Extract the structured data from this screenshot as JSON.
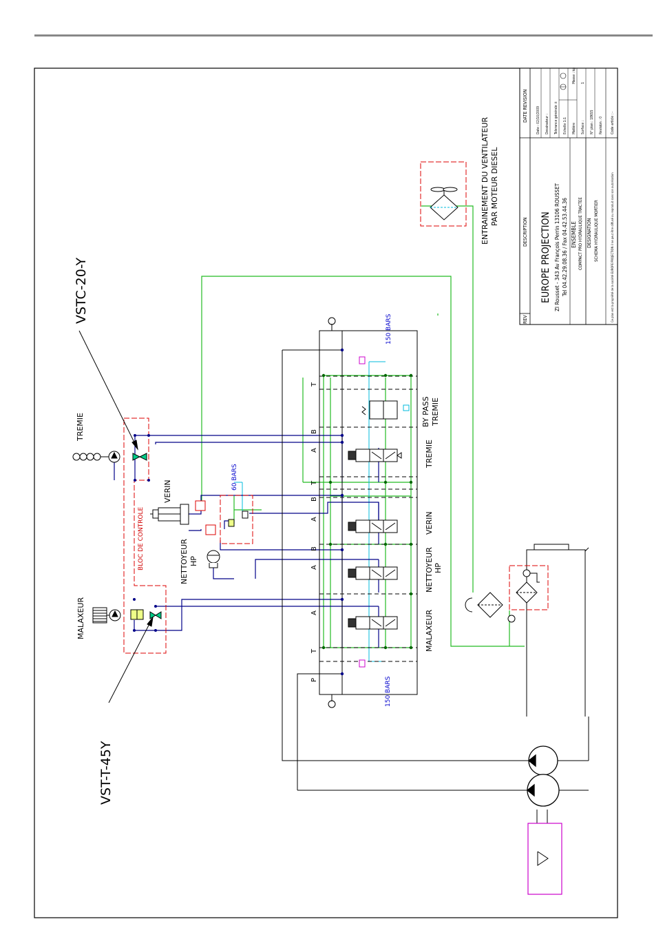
{
  "labels": {
    "vstc": "VSTC-20-Y",
    "vst": "VST-T-45Y",
    "tremie": "TREMIE",
    "verin": "VERIN",
    "nettoyeur": "NETTOYEUR",
    "hp": "HP",
    "malaxeur": "MALAXEUR",
    "bloc": "BLOC DE CONTROLE",
    "bars60": "60 BARS",
    "bars150_top": "150 BARS",
    "bars150_bottom": "150 BARS",
    "bypass1": "BY PASS",
    "bypass2": "TREMIE",
    "sec_tremie": "TREMIE",
    "sec_verin": "VERIN",
    "sec_nettoyeur": "NETTOYEUR",
    "sec_hp": "HP",
    "sec_malaxeur": "MALAXEUR",
    "entrainement1": "ENTRAINEMENT DU VENTILATEUR",
    "entrainement2": "PAR MOTEUR DIESEL",
    "port_t_top": "T",
    "port_b_bypass": "B",
    "port_a_tremie": "A",
    "port_t_mid": "T",
    "port_b_verin": "B",
    "port_a_verin": "A",
    "port_b_nett": "B",
    "port_a_nett": "A",
    "port_a_malax": "A",
    "port_t_bottom": "T",
    "port_p": "P"
  },
  "title_block": {
    "date_revision": "DATE REVISION",
    "description": "DESCRIPTION",
    "rev": "REV",
    "company": "EUROPE PROJECTION",
    "address": "ZI Rousset - 343 Av François Perrin 13106 ROUSSET",
    "phone": "Tel 04.42.29.08.36 / Fax 04.42.53.44.36",
    "ensemble_label": "ENSEMBLE",
    "ensemble": "COMPACT PRO HYDRAULIQUE TRACTEE",
    "designation_label": "DESIGNATION",
    "designation": "SCHEMA HYDRAULIQUE MORTIER",
    "date": "Date : 02/10/2009",
    "dessinateur": "Dessinateur :",
    "tolerance": "Tolerance générale ±",
    "echelle": "Echelle 1:1",
    "matiere": "Matière",
    "surface": "Surface :",
    "plan": "N° plan : 18655",
    "revision": "Revision : 0",
    "code": "Code article : -",
    "masse": "Masse : kg",
    "qty": "1",
    "copyright1": "Ce plan est la propriété de la société EUROPE PROJECTION il ne peut être diffusé ou reproduit sans son autorisation"
  },
  "colors": {
    "green": "#22bb22",
    "blue": "#000088",
    "red": "#dd0000",
    "cyan": "#00bbdd",
    "magenta": "#cc00cc"
  }
}
